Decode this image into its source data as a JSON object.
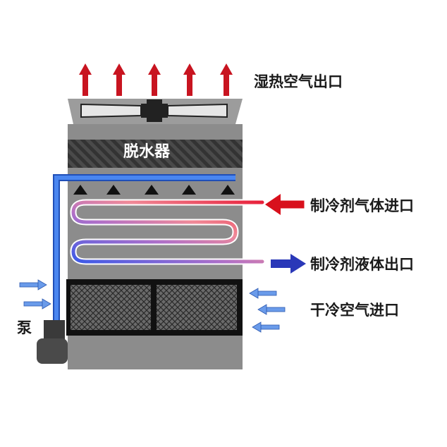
{
  "labels": {
    "hot_air_out": "湿热空气出口",
    "dewater": "脱水器",
    "gas_in": "制冷剂气体进口",
    "liquid_out": "制冷剂液体出口",
    "dry_air_in": "干冷空气进口",
    "pump": "泵"
  },
  "colors": {
    "tower_body": "#8a8a8a",
    "hood": "#9c9c9c",
    "water_pipe": "#3a78e6",
    "hot_arrow": "#d8101c",
    "liquid_arrow": "#2a38b8",
    "air_in_arrow": "#6a9bea"
  },
  "icons": {
    "fan": "fan-icon",
    "nozzle": "spray-nozzle-icon",
    "up_arrow": "up-arrow-icon",
    "left_arrow": "left-arrow-icon",
    "right_arrow": "right-arrow-icon"
  }
}
